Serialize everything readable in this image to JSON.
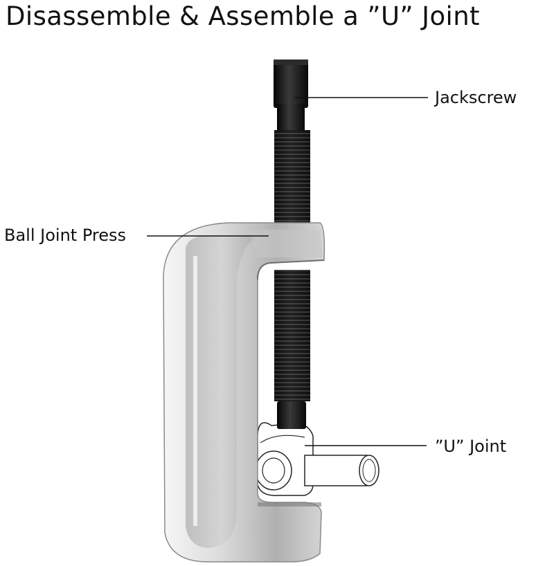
{
  "title": "Disassemble & Assemble a ”U” Joint",
  "labels": {
    "jackscrew": "Jackscrew",
    "ball_joint_press": "Ball Joint Press",
    "u_joint": "”U” Joint"
  },
  "colors": {
    "text": "#111111",
    "leader_line": "#111111",
    "screw": "#141414",
    "frame_light": "#e4e4e4",
    "frame_dark": "#8e8e8e"
  }
}
